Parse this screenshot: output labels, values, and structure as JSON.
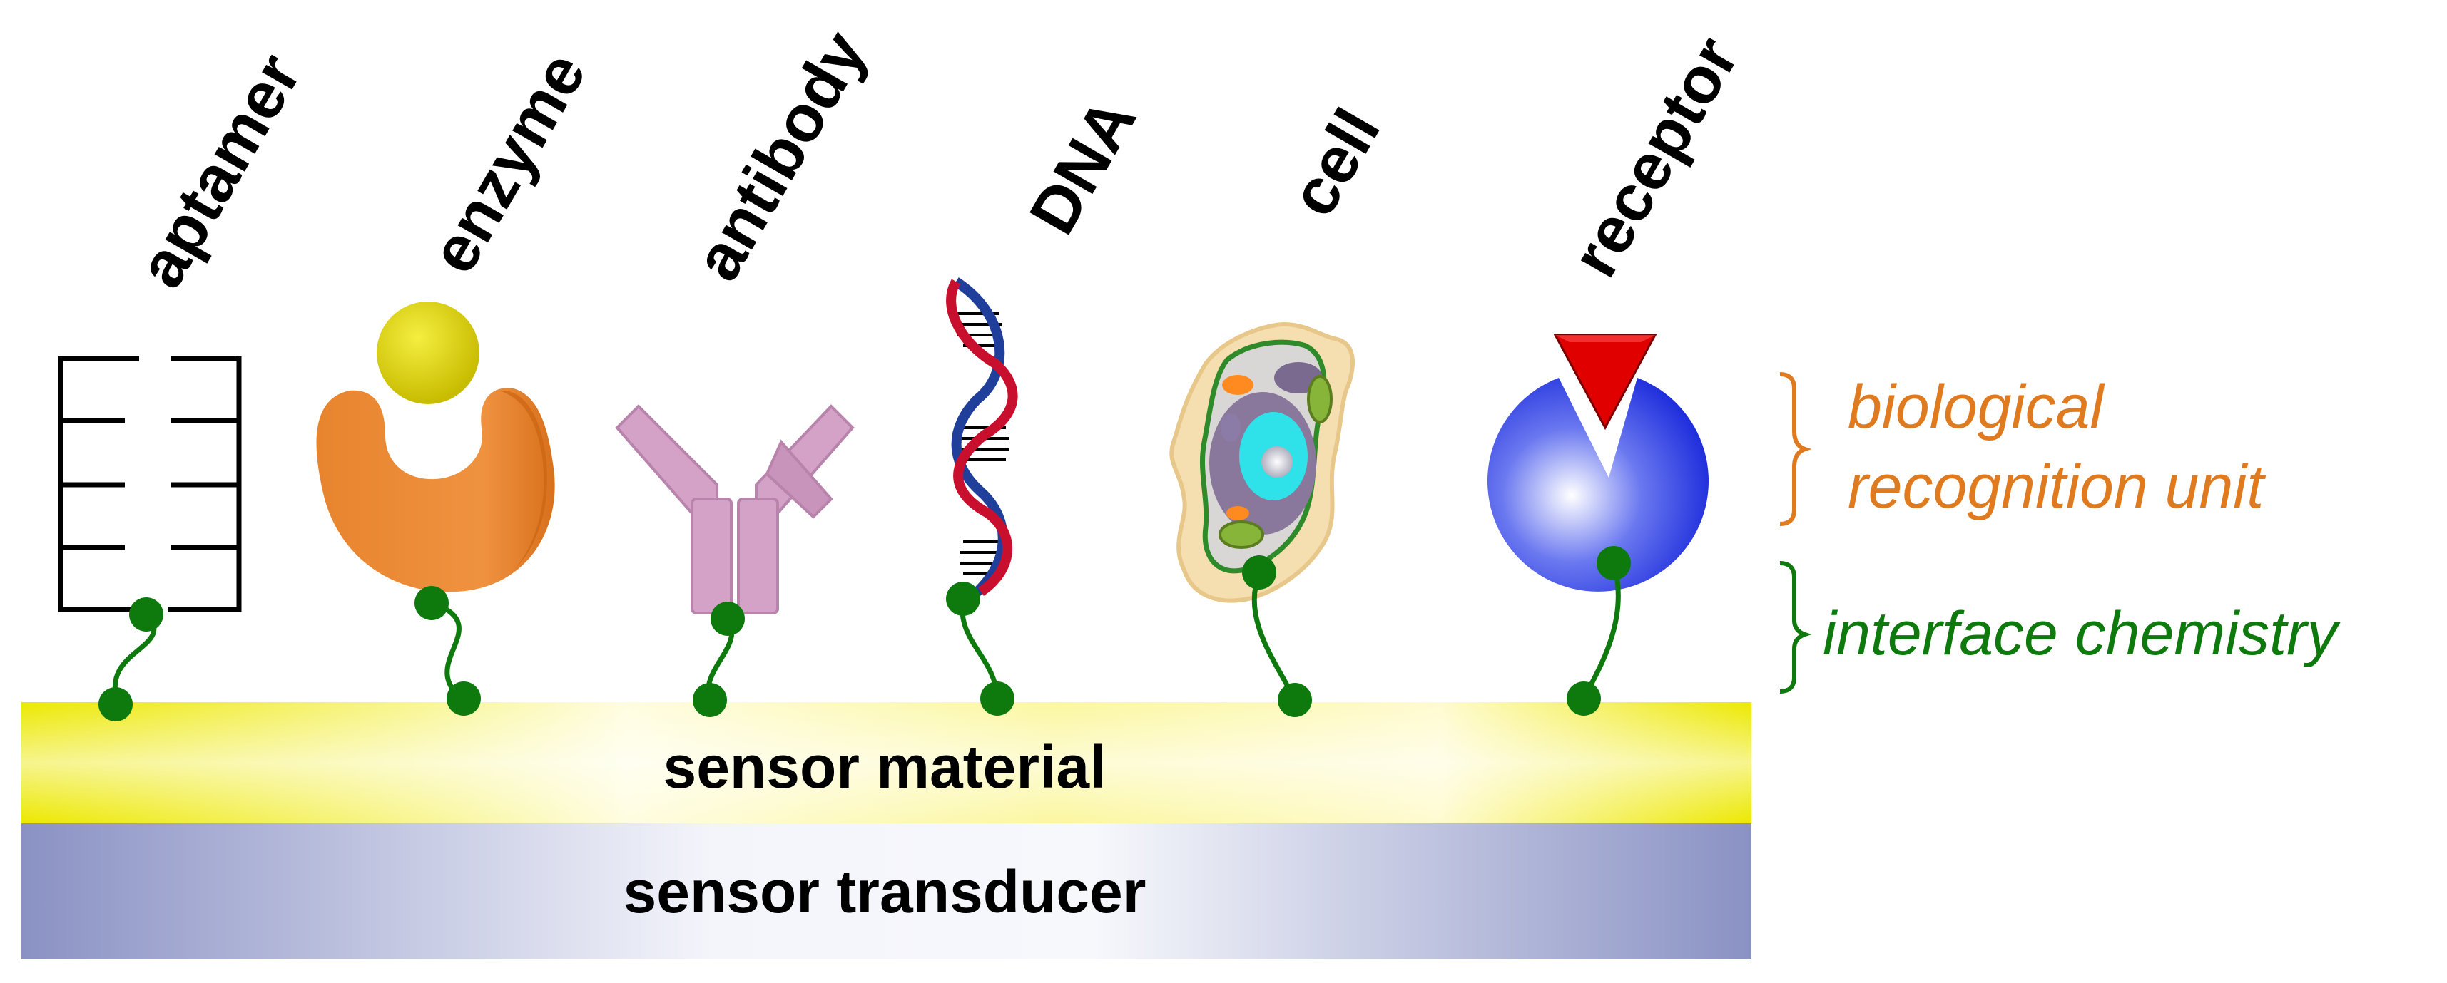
{
  "labels": {
    "aptamer": "aptamer",
    "enzyme": "enzyme",
    "antibody": "antibody",
    "dna": "DNA",
    "cell": "cell",
    "receptor": "receptor"
  },
  "layers": {
    "sensor_material": "sensor material",
    "sensor_transducer": "sensor transducer"
  },
  "annotations": {
    "recognition_line1": "biological",
    "recognition_line2": "recognition unit",
    "interface": "interface chemistry"
  },
  "colors": {
    "interface_green": "#0e7a0e",
    "recognition_orange": "#e07a1f",
    "sensor_material_yellow": "#f2ee00",
    "sensor_transducer_blue": "#8f98c8",
    "enzyme_orange": "#ee8e3a",
    "substrate_yellow": "#d8cc00",
    "antibody_pink": "#d4a2c7",
    "dna_red": "#c8102e",
    "dna_blue": "#1f3f9a",
    "receptor_blue": "#1e2fe0",
    "receptor_ligand_red": "#e00000"
  }
}
